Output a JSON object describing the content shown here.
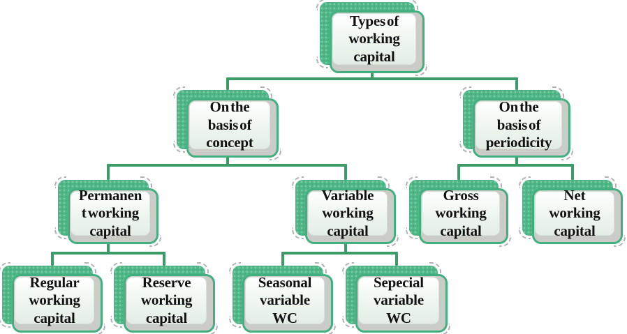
{
  "diagram": {
    "title": "Types of working capital",
    "type": "hierarchy-tree",
    "colors": {
      "box_green": "#50b888",
      "box_border_green": "#42b07e",
      "connector_green": "#3c9c68",
      "shadow_gray": "#cbcbc7",
      "face_light": "#f1f7f2",
      "text": "#111111"
    },
    "nodes": {
      "root": {
        "label": "Types of\nworking\ncapital"
      },
      "concept": {
        "label": "On the\nbasis of\nconcept"
      },
      "periodicity": {
        "label": "On the\nbasis of\nperiodicity"
      },
      "permanent": {
        "label": "Permanen\nt working\ncapital"
      },
      "variable": {
        "label": "Variable\nworking\ncapital"
      },
      "gross": {
        "label": "Gross\nworking\ncapital"
      },
      "net": {
        "label": "Net\nworking\ncapital"
      },
      "regular": {
        "label": "Regular\nworking\ncapital"
      },
      "reserve": {
        "label": "Reserve\nworking\ncapital"
      },
      "seasonal": {
        "label": "Seasonal\nvariable\nWC"
      },
      "sepecial": {
        "label": "Sepecial\nvariable\nWC"
      }
    },
    "edges": [
      [
        "root",
        "concept"
      ],
      [
        "root",
        "periodicity"
      ],
      [
        "concept",
        "permanent"
      ],
      [
        "concept",
        "variable"
      ],
      [
        "periodicity",
        "gross"
      ],
      [
        "periodicity",
        "net"
      ],
      [
        "permanent",
        "regular"
      ],
      [
        "permanent",
        "reserve"
      ],
      [
        "variable",
        "seasonal"
      ],
      [
        "variable",
        "sepecial"
      ]
    ]
  }
}
